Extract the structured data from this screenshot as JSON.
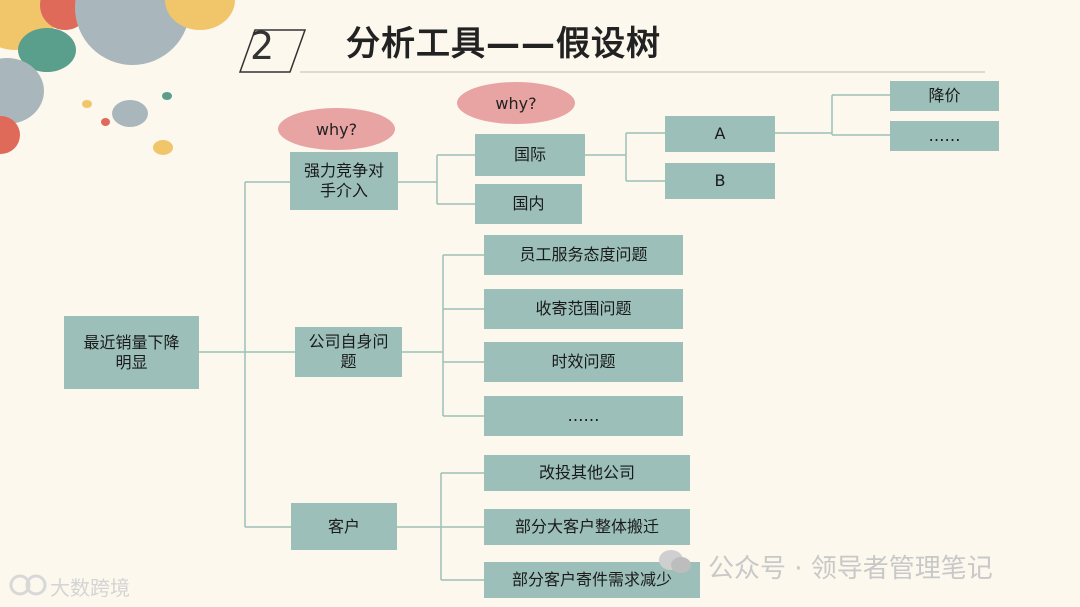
{
  "header": {
    "number": "2",
    "title": "分析工具——假设树"
  },
  "tree": {
    "root": "最近销量下降明显",
    "branch1": "强力竞争对手介入",
    "branch2": "公司自身问题",
    "branch3": "客户",
    "why1": "why?",
    "why2": "why?",
    "intl": "国际",
    "domestic": "国内",
    "a": "A",
    "b": "B",
    "price_cut": "降价",
    "more1": "……",
    "staff": "员工服务态度问题",
    "coverage": "收寄范围问题",
    "timeliness": "时效问题",
    "more2": "……",
    "switch": "改投其他公司",
    "big_clients": "部分大客户整体搬迁",
    "demand_drop": "部分客户寄件需求减少"
  },
  "watermarks": {
    "right": "公众号 · 领导者管理笔记",
    "left": "大数跨境"
  }
}
